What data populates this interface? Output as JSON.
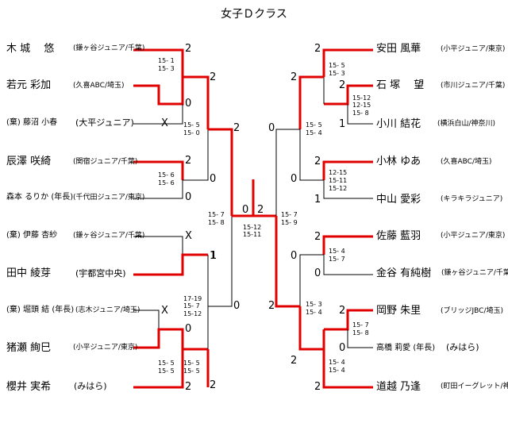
{
  "title": "女子Ｄクラス",
  "left": {
    "players": [
      {
        "name": "木 城　 悠",
        "club": "(鎌ヶ谷ジュニア/千葉)"
      },
      {
        "name": "若元 彩加",
        "club": "(久喜ABC/埼玉)"
      },
      {
        "name": "(棄) 藤沼 小春",
        "club": "(大平ジュニア)"
      },
      {
        "name": "辰澤 咲綺",
        "club": "(関宿ジュニア/千葉)"
      },
      {
        "name": "森本 るりか (年長)",
        "club": "(千代田ジュニア/東京)"
      },
      {
        "name": "(棄) 伊藤 杏紗",
        "club": "(鎌ヶ谷ジュニア/千葉)"
      },
      {
        "name": "田中 綾芽",
        "club": "(宇都宮中央)"
      },
      {
        "name": "(棄) 堀頭 結 (年長)",
        "club": "(志木ジュニア/埼玉)"
      },
      {
        "name": "猪瀬 絢巳",
        "club": "(小平ジュニア/東京)"
      },
      {
        "name": "櫻井 実希",
        "club": "(みはら)"
      }
    ],
    "r1": [
      {
        "s": "2",
        "sets": [
          "15- 1",
          "15- 3"
        ]
      },
      {
        "s": "0"
      },
      {
        "s": "X"
      },
      {
        "s": "2",
        "sets": [
          "15- 6",
          "15- 6"
        ]
      },
      {
        "s": "0"
      },
      {
        "s": "X"
      },
      {
        "s": "1"
      },
      {
        "s": "X",
        "sets": [
          "17-19",
          "15- 7",
          "15-12"
        ]
      },
      {
        "s": "0"
      },
      {
        "s": "2",
        "sets": [
          "15- 5",
          "15- 5"
        ]
      }
    ],
    "r2": [
      {
        "s": "2",
        "sets": [
          "15- 5",
          "15- 0"
        ]
      },
      {
        "s": "0"
      },
      {
        "s": "1"
      },
      {
        "s": "2",
        "sets": [
          "15- 5",
          "15- 5"
        ]
      }
    ],
    "sf": [
      {
        "s": "2",
        "sets": [
          "15- 7",
          "15- 8"
        ]
      },
      {
        "s": "0"
      }
    ]
  },
  "right": {
    "players": [
      {
        "name": "安田 風華",
        "club": "(小平ジュニア/東京)"
      },
      {
        "name": "石 塚　 望",
        "club": "(市川ジュニア/千葉)"
      },
      {
        "name": "小川 結花",
        "club": "(横浜白山/神奈川)"
      },
      {
        "name": "小林 ゆあ",
        "club": "(久喜ABC/埼玉)"
      },
      {
        "name": "中山 愛彩",
        "club": "(キラキラジュニア)"
      },
      {
        "name": "佐藤 藍羽",
        "club": "(小平ジュニア/東京)"
      },
      {
        "name": "金谷 有純樹",
        "club": "(鎌ヶ谷ジュニア/千葉)"
      },
      {
        "name": "岡野 朱里",
        "club": "(ブリッジJBC/埼玉)"
      },
      {
        "name": "高橋 莉愛 (年長)",
        "club": "(みはら)"
      },
      {
        "name": "道越 乃逢",
        "club": "(町田イーグレット/神奈川)"
      }
    ],
    "r1": [
      {
        "s": "2",
        "sets": [
          "15- 5",
          "15- 3"
        ]
      },
      {
        "s": "2",
        "sets": [
          "15-12",
          "12-15",
          "15- 8"
        ]
      },
      {
        "s": "1"
      },
      {
        "s": "2",
        "sets": [
          "12-15",
          "15-11",
          "15-12"
        ]
      },
      {
        "s": "1"
      },
      {
        "s": "2",
        "sets": [
          "15- 4",
          "15- 7"
        ]
      },
      {
        "s": "0"
      },
      {
        "s": "2",
        "sets": [
          "15- 7",
          "15- 8"
        ]
      },
      {
        "s": "0"
      },
      {
        "s": "2",
        "sets": [
          "15- 4",
          "15- 4"
        ]
      }
    ],
    "r2": [
      {
        "s": "2",
        "sets": [
          "15- 5",
          "15- 4"
        ]
      },
      {
        "s": "0"
      },
      {
        "s": "0"
      },
      {
        "s": "2",
        "sets": [
          "15- 3",
          "15- 4"
        ]
      }
    ],
    "sf": [
      {
        "s": "0",
        "sets": [
          "15- 7",
          "15- 9"
        ]
      },
      {
        "s": "2"
      }
    ]
  },
  "final": {
    "left": "0",
    "right": "2",
    "sets": [
      "15-12",
      "15-11"
    ]
  },
  "colors": {
    "win": "#e00000",
    "line": "#000000"
  }
}
